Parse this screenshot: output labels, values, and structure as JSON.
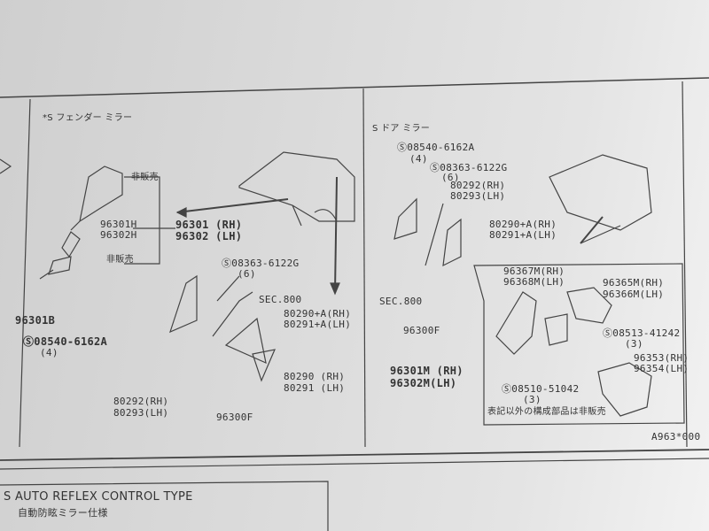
{
  "left_section": {
    "title": "*S フェンダー ミラー",
    "labels": {
      "not_sold_1": "非販売",
      "not_sold_2": "非販売",
      "p96301H": "96301H",
      "p96302H": "96302H",
      "p96301": "96301 (RH)",
      "p96302": "96302 (LH)",
      "p96301B": "96301B",
      "bolt_08540": "Ⓢ08540-6162A",
      "bolt_08540_qty": "(4)",
      "bolt_08363": "Ⓢ08363-6122G",
      "bolt_08363_qty": "(6)",
      "sec800": "SEC.800",
      "p80290A": "80290+A(RH)",
      "p80291A": "80291+A(LH)",
      "p80292": "80292(RH)",
      "p80293": "80293(LH)",
      "p80290": "80290 (RH)",
      "p80291": "80291 (LH)",
      "p96300F": "96300F"
    }
  },
  "right_section": {
    "title": "S ドア ミラー",
    "labels": {
      "bolt_08540": "Ⓢ08540-6162A",
      "bolt_08540_qty": "(4)",
      "bolt_08363": "Ⓢ08363-6122G",
      "bolt_08363_qty": "(6)",
      "p80292": "80292(RH)",
      "p80293": "80293(LH)",
      "p80290A": "80290+A(RH)",
      "p80291A": "80291+A(LH)",
      "sec800": "SEC.800",
      "p96300F": "96300F",
      "p96367M": "96367M(RH)",
      "p96368M": "96368M(LH)",
      "p96365M": "96365M(RH)",
      "p96366M": "96366M(LH)",
      "bolt_08513": "Ⓢ08513-41242",
      "bolt_08513_qty": "(3)",
      "p96301M": "96301M (RH)",
      "p96302M": "96302M(LH)",
      "p96353": "96353(RH)",
      "p96354": "96354(LH)",
      "bolt_08510": "Ⓢ08510-51042",
      "bolt_08510_qty": "(3)",
      "note": "表記以外の構成部品は非販売"
    }
  },
  "figure_code": "A963*000",
  "bottom_section": {
    "title": "S AUTO REFLEX CONTROL TYPE",
    "subtitle": "自動防眩ミラー仕様"
  }
}
